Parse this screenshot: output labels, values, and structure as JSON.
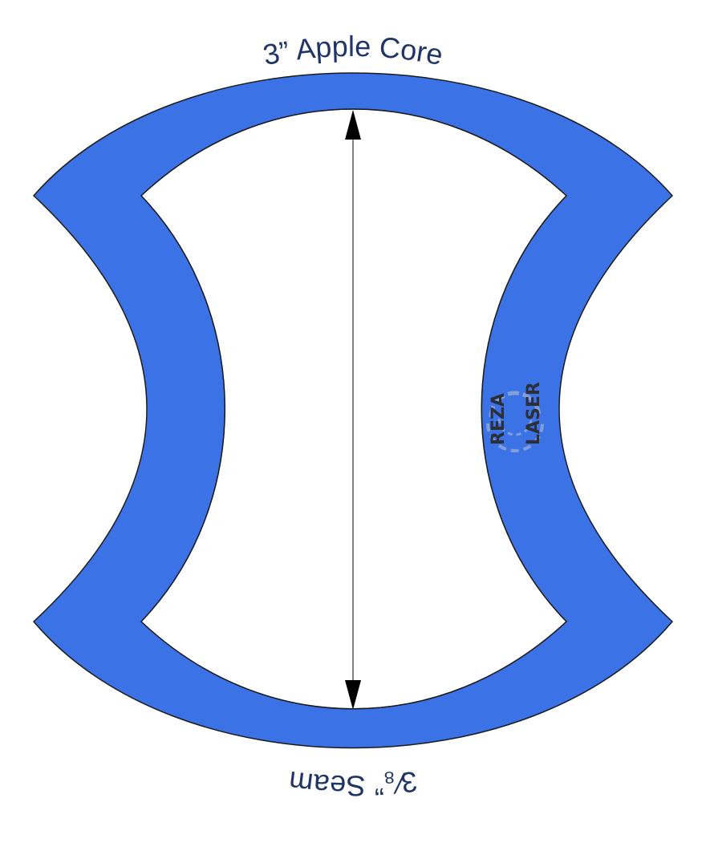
{
  "template": {
    "top_label": "3” Apple Core",
    "bottom_label": "3⁄₈” Seam"
  },
  "logo": {
    "line1": "REZA",
    "line2": "LASER"
  },
  "colors": {
    "band_fill": "#3b73e6",
    "outline": "#1a1a1a",
    "text": "#1f3566",
    "logo": "#2a2f3a",
    "arrow": "#000000",
    "background": "#ffffff"
  }
}
